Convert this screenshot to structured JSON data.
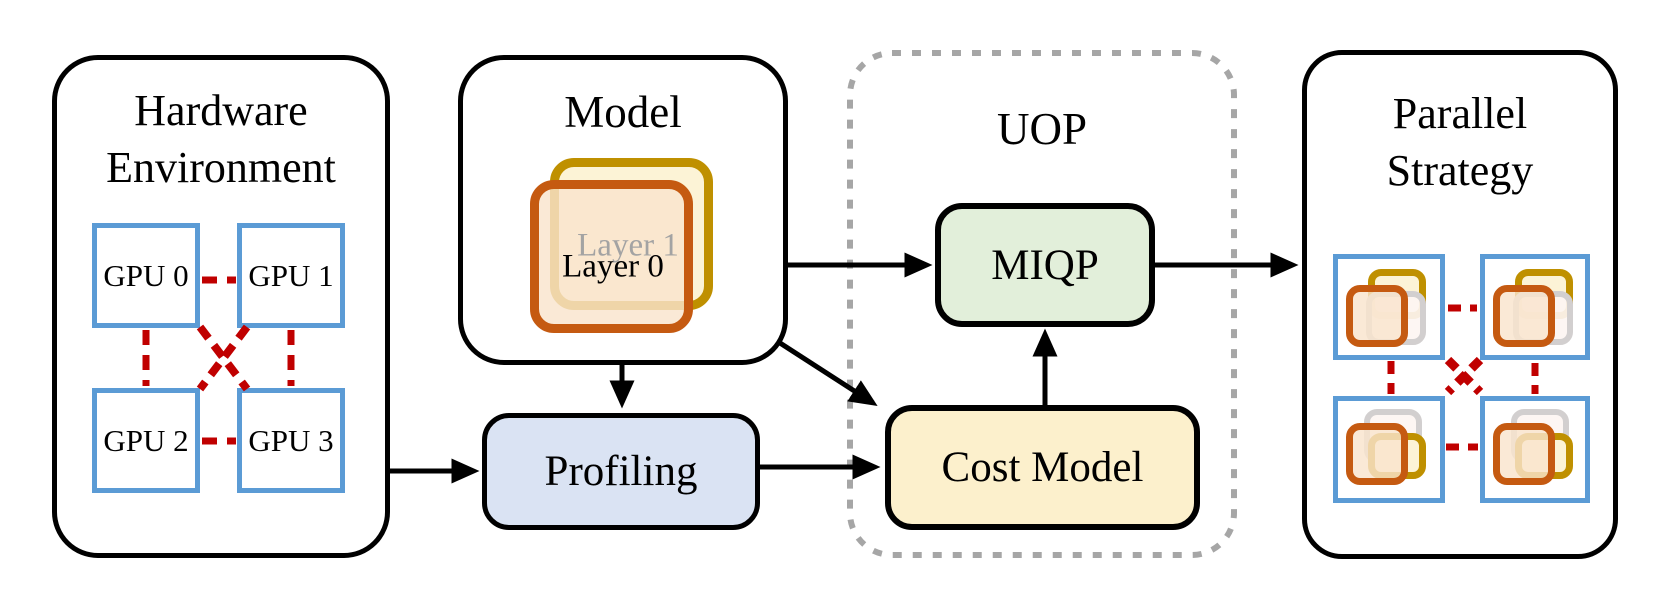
{
  "hardware": {
    "title_line1": "Hardware",
    "title_line2": "Environment",
    "gpus": [
      "GPU 0",
      "GPU 1",
      "GPU 2",
      "GPU 3"
    ]
  },
  "model": {
    "title": "Model",
    "layer_back_label": "Layer 1",
    "layer_front_label": "Layer 0"
  },
  "profiling": {
    "label": "Profiling"
  },
  "uop": {
    "title": "UOP",
    "miqp_label": "MIQP",
    "cost_model_label": "Cost Model"
  },
  "parallel": {
    "title_line1": "Parallel",
    "title_line2": "Strategy"
  },
  "colors": {
    "gpu_border_blue": "#5B9BD5",
    "link_dash_red": "#C00000",
    "layer_gold": "#BF9000",
    "layer_orange": "#C55A11",
    "shard_gray": "#D2CFCF",
    "miqp_fill_green": "#E2EFDA",
    "cost_model_fill_yellow": "#FCF0CC",
    "profiling_fill_blue": "#DAE3F3",
    "uop_border_gray": "#A6A6A6",
    "outline_black": "#000000"
  }
}
